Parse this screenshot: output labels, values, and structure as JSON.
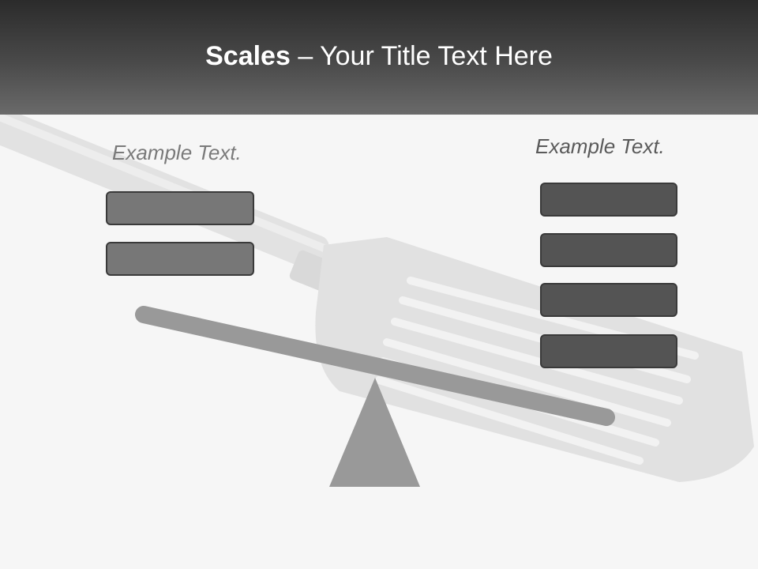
{
  "slide": {
    "title_bold": "Scales",
    "title_rest": " – Your Title Text Here",
    "left_label": "Example Text.",
    "right_label": "Example Text."
  },
  "colors": {
    "header_dark": "#2b2b2b",
    "header_light": "#6a6a6a",
    "background": "#f6f6f6",
    "left_box_fill": "#777777",
    "right_box_fill": "#545454",
    "scale_gray": "#999999"
  },
  "icons": [
    "spatula-background-image",
    "fulcrum-triangle",
    "scale-beam"
  ]
}
